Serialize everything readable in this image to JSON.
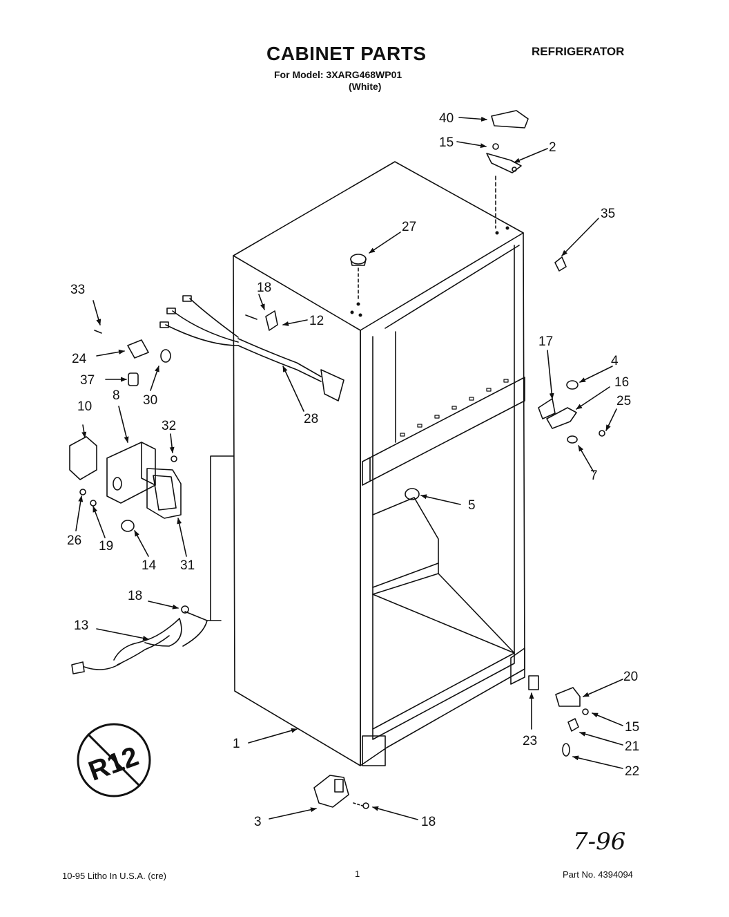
{
  "header": {
    "title": "CABINET PARTS",
    "model_line": "For Model: 3XARG468WP01",
    "color_line": "(White)",
    "appliance": "REFRIGERATOR"
  },
  "callouts": [
    {
      "id": "c40a",
      "label": "40"
    },
    {
      "id": "c15a",
      "label": "15"
    },
    {
      "id": "c2",
      "label": "2"
    },
    {
      "id": "c35",
      "label": "35"
    },
    {
      "id": "c27",
      "label": "27"
    },
    {
      "id": "c33",
      "label": "33"
    },
    {
      "id": "c18a",
      "label": "18"
    },
    {
      "id": "c12",
      "label": "12"
    },
    {
      "id": "c24",
      "label": "24"
    },
    {
      "id": "c37",
      "label": "37"
    },
    {
      "id": "c30",
      "label": "30"
    },
    {
      "id": "c28",
      "label": "28"
    },
    {
      "id": "c10",
      "label": "10"
    },
    {
      "id": "c8",
      "label": "8"
    },
    {
      "id": "c32",
      "label": "32"
    },
    {
      "id": "c26",
      "label": "26"
    },
    {
      "id": "c19",
      "label": "19"
    },
    {
      "id": "c14",
      "label": "14"
    },
    {
      "id": "c31",
      "label": "31"
    },
    {
      "id": "c17",
      "label": "17"
    },
    {
      "id": "c4",
      "label": "4"
    },
    {
      "id": "c16",
      "label": "16"
    },
    {
      "id": "c25",
      "label": "25"
    },
    {
      "id": "c7",
      "label": "7"
    },
    {
      "id": "c5",
      "label": "5"
    },
    {
      "id": "c18b",
      "label": "18"
    },
    {
      "id": "c13",
      "label": "13"
    },
    {
      "id": "c20",
      "label": "20"
    },
    {
      "id": "c15b",
      "label": "15"
    },
    {
      "id": "c21",
      "label": "21"
    },
    {
      "id": "c23",
      "label": "23"
    },
    {
      "id": "c22",
      "label": "22"
    },
    {
      "id": "c1",
      "label": "1"
    },
    {
      "id": "c3",
      "label": "3"
    },
    {
      "id": "c18c",
      "label": "18"
    }
  ],
  "badge": {
    "text": "R12"
  },
  "handwritten": "7-96",
  "footer": {
    "left": "10-95 Litho In U.S.A. (cre)",
    "page": "1",
    "part_no": "Part No. 4394094"
  }
}
